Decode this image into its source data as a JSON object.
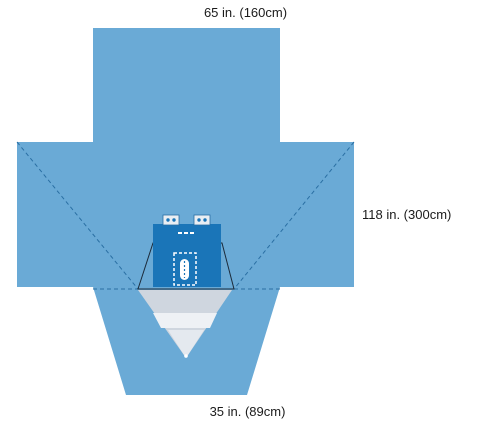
{
  "dimensions": {
    "top": "65 in. (160cm)",
    "right": "118 in. (300cm)",
    "bottom": "35 in. (89cm)"
  },
  "colors": {
    "drape": "#6aaad6",
    "drape_dark": "#1a75b8",
    "window_gray": "#cfd6df",
    "window_light": "#e9edf2",
    "fold_line": "#2a6fa3",
    "outline": "#1b2a3a"
  }
}
